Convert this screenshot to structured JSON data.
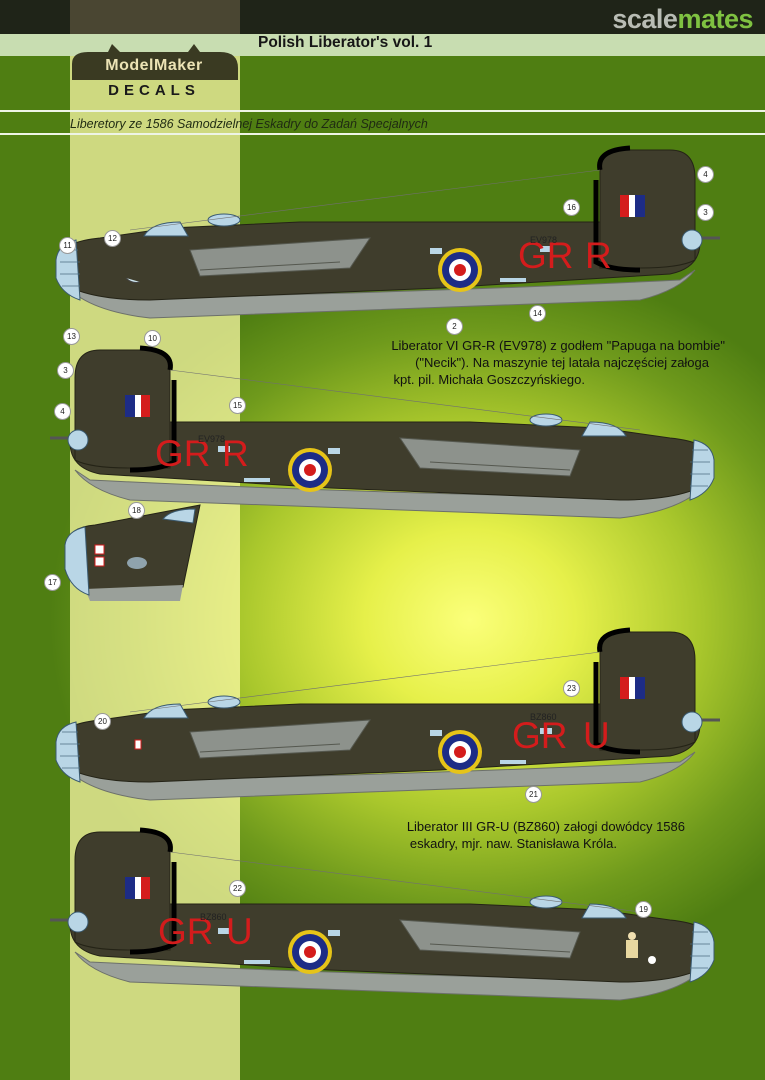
{
  "header": {
    "site_brand_a": "scale",
    "site_brand_b": "mates",
    "title": "Polish Liberator's vol. 1",
    "subtitle": "Liberetory ze 1586 Samodzielnej Eskadry do Zadań Specjalnych"
  },
  "logo": {
    "line1": "ModelMaker",
    "line2": "DECALS"
  },
  "aircraft": [
    {
      "code_left": "GR",
      "code_right": "R",
      "serial": "EV978",
      "caption": [
        "Liberator VI GR-R (EV978) z godłem \"Papuga na bombie\"",
        "(\"Necik\"). Na maszynie tej latała najczęściej załoga",
        "kpt. pil. Michała Goszczyńskiego."
      ]
    },
    {
      "code_left": "GR",
      "code_right": "U",
      "serial": "BZ860",
      "caption": [
        "Liberator III GR-U (BZ860) załogi dowódcy 1586",
        "eskadry, mjr. naw. Stanisława Króla."
      ]
    }
  ],
  "callouts": {
    "n2": "2",
    "n3": "3",
    "n4": "4",
    "n10": "10",
    "n11": "11",
    "n12": "12",
    "n13": "13",
    "n14": "14",
    "n15": "15",
    "n16": "16",
    "n17": "17",
    "n18": "18",
    "n19": "19",
    "n20": "20",
    "n21": "21",
    "n22": "22",
    "n23": "23"
  },
  "colors": {
    "aircraft_dark_green": "#3f3d2c",
    "aircraft_underside_grey": "#9aa09a",
    "code_red": "#d41c1c",
    "roundel_blue": "#1d2c86",
    "roundel_yellow": "#e6c418",
    "brand_green": "#7fc241"
  }
}
